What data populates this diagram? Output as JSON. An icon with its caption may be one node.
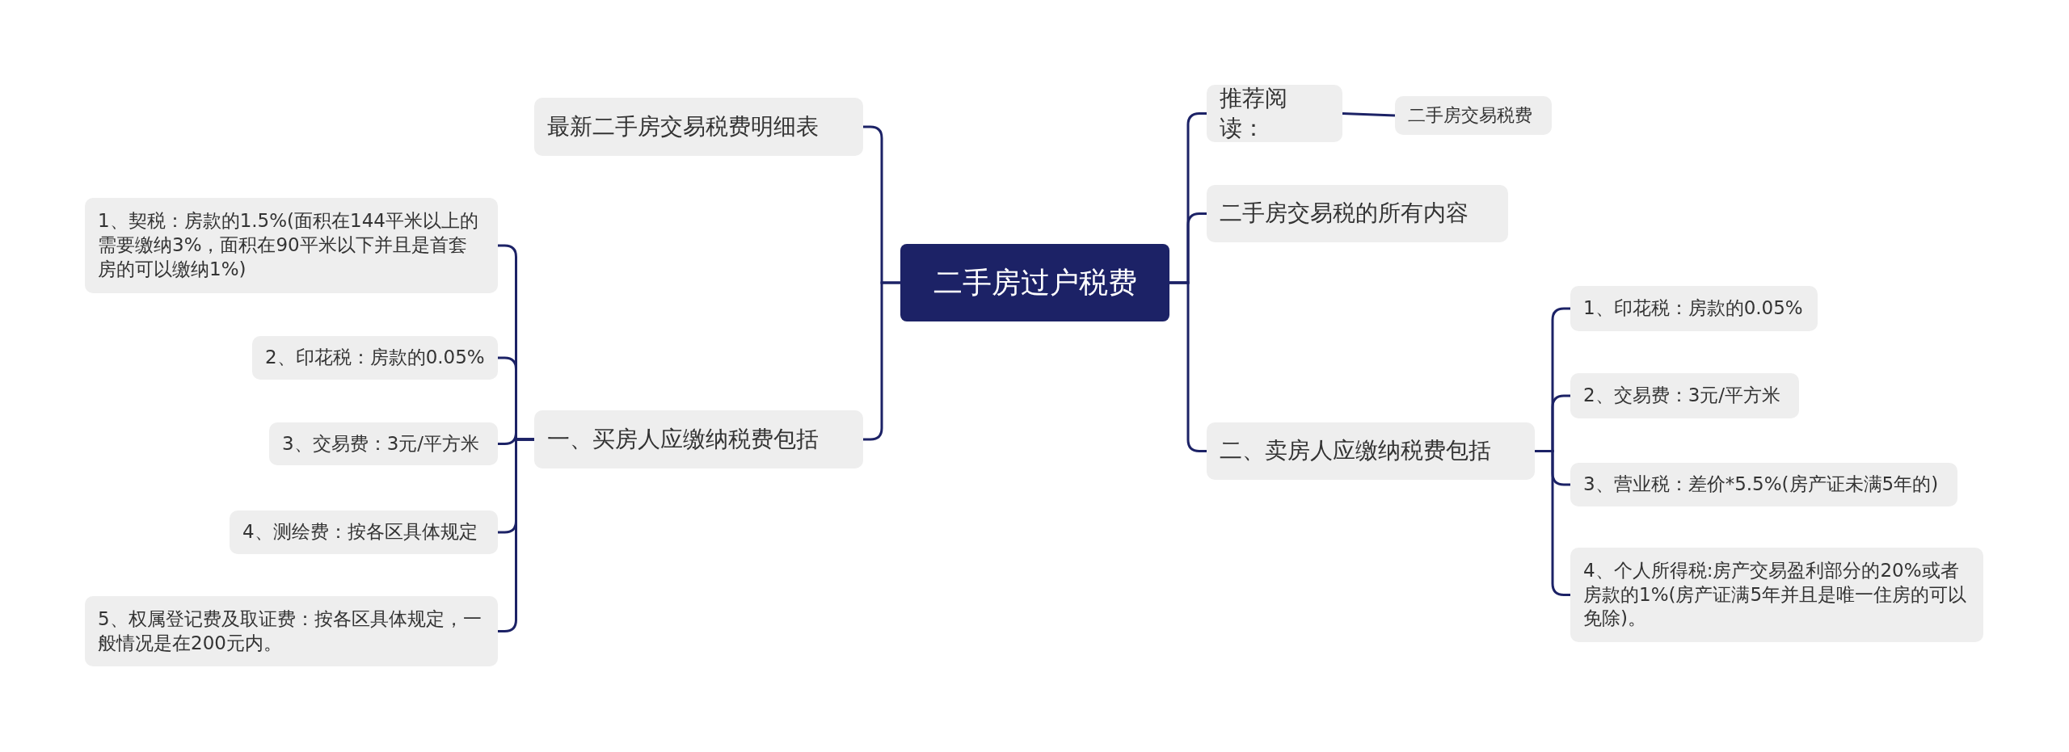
{
  "diagram": {
    "nodes": [
      {
        "text": [
          "二手房过户税费"
        ]
      },
      {
        "text": [
          "最新二手房交易税费明细表"
        ]
      },
      {
        "text": [
          "一、买房人应缴纳税费包括"
        ]
      },
      {
        "text": [
          "1、契税：房款的1.5%(面积在144平米以上的需要缴纳3%，面积在90平米以下并且是首套房的可以缴纳1%)"
        ]
      },
      {
        "text": [
          "2、印花税：房款的0.05%"
        ]
      },
      {
        "text": [
          "3、交易费：3元/平方米"
        ]
      },
      {
        "text": [
          "4、测绘费：按各区具体规定"
        ]
      },
      {
        "text": [
          "5、权属登记费及取证费：按各区具体规定，一般情况是在200元内。"
        ]
      },
      {
        "text": [
          "推荐阅读："
        ]
      },
      {
        "text": [
          "二手房交易税费"
        ]
      },
      {
        "text": [
          "二手房交易税的所有内容"
        ]
      },
      {
        "text": [
          "二、卖房人应缴纳税费包括"
        ]
      },
      {
        "text": [
          "1、印花税：房款的0.05%"
        ]
      },
      {
        "text": [
          "2、交易费：3元/平方米"
        ]
      },
      {
        "text": [
          "3、营业税：差价*5.5%(房产证未满5年的)"
        ]
      },
      {
        "text": [
          "4、个人所得税:房产交易盈利部分的20%或者房款的1%(房产证满5年并且是唯一住房的可以免除)。"
        ]
      }
    ],
    "edges": [
      {
        "from": 0,
        "to": 1,
        "arrow": "none"
      },
      {
        "from": 0,
        "to": 2,
        "arrow": "none"
      },
      {
        "from": 2,
        "to": 3,
        "arrow": "none"
      },
      {
        "from": 2,
        "to": 4,
        "arrow": "none"
      },
      {
        "from": 2,
        "to": 5,
        "arrow": "none"
      },
      {
        "from": 2,
        "to": 6,
        "arrow": "none"
      },
      {
        "from": 2,
        "to": 7,
        "arrow": "none"
      },
      {
        "from": 0,
        "to": 8,
        "arrow": "none"
      },
      {
        "from": 8,
        "to": 9,
        "arrow": "none"
      },
      {
        "from": 0,
        "to": 10,
        "arrow": "none"
      },
      {
        "from": 0,
        "to": 11,
        "arrow": "none"
      },
      {
        "from": 11,
        "to": 12,
        "arrow": "none"
      },
      {
        "from": 11,
        "to": 13,
        "arrow": "none"
      },
      {
        "from": 11,
        "to": 14,
        "arrow": "none"
      },
      {
        "from": 11,
        "to": 15,
        "arrow": "none"
      }
    ]
  }
}
